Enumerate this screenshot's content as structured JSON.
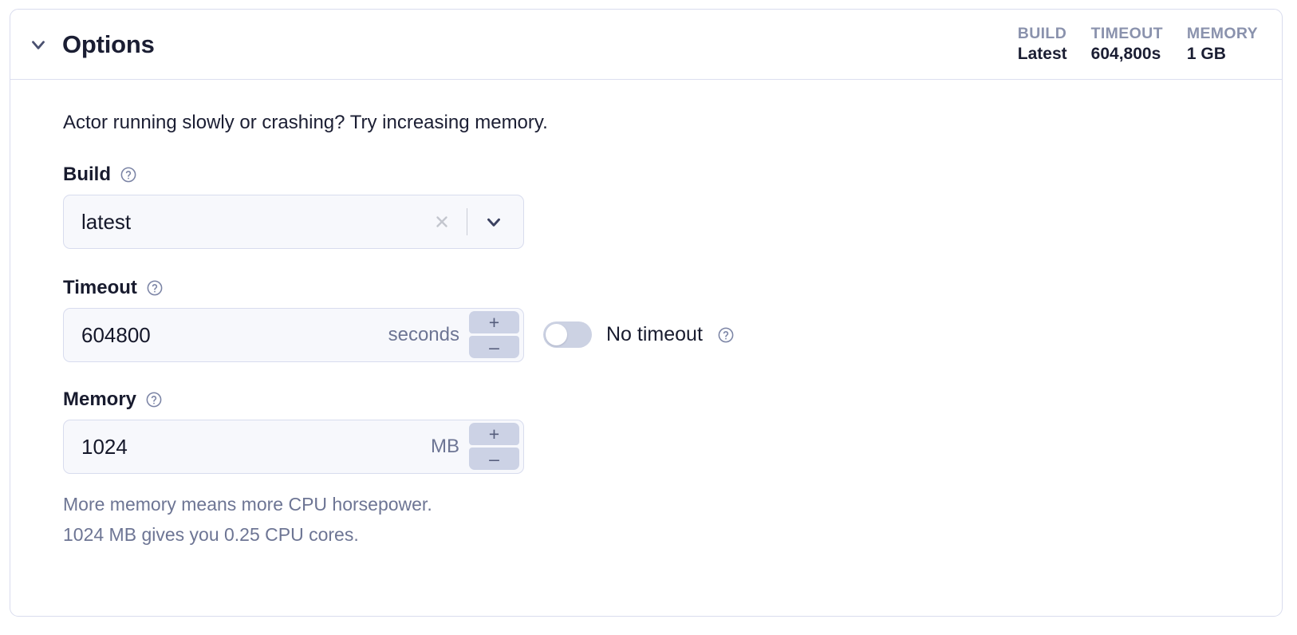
{
  "card": {
    "title": "Options",
    "collapse_icon": "chevron-down-icon",
    "stats": [
      {
        "label": "BUILD",
        "value": "Latest"
      },
      {
        "label": "TIMEOUT",
        "value": "604,800s"
      },
      {
        "label": "MEMORY",
        "value": "1 GB"
      }
    ]
  },
  "body": {
    "intro": "Actor running slowly or crashing? Try increasing memory."
  },
  "build": {
    "label": "Build",
    "help_icon": "help-circle-icon",
    "value": "latest",
    "placeholder": "latest",
    "clear_icon": "close-icon",
    "dropdown_icon": "chevron-down-icon"
  },
  "timeout": {
    "label": "Timeout",
    "help_icon": "help-circle-icon",
    "value": "604800",
    "placeholder": "604800",
    "unit": "seconds",
    "increment_label": "+",
    "decrement_label": "–",
    "no_timeout_label": "No timeout",
    "no_timeout_help_icon": "help-circle-icon",
    "no_timeout_enabled": false
  },
  "memory": {
    "label": "Memory",
    "help_icon": "help-circle-icon",
    "value": "1024",
    "placeholder": "1024",
    "unit": "MB",
    "increment_label": "+",
    "decrement_label": "–",
    "hint_line1": "More memory means more CPU horsepower.",
    "hint_line2": "1024 MB gives you 0.25 CPU cores."
  },
  "colors": {
    "card_border": "#d9dcee",
    "input_bg": "#f7f8fc",
    "input_border": "#d8dcee",
    "stepper_bg": "#ccd2e5",
    "muted_text": "#6d7594",
    "stat_label": "#8a92ad",
    "strong_text": "#1b1e33",
    "toggle_off_track": "#ccd2e3"
  }
}
